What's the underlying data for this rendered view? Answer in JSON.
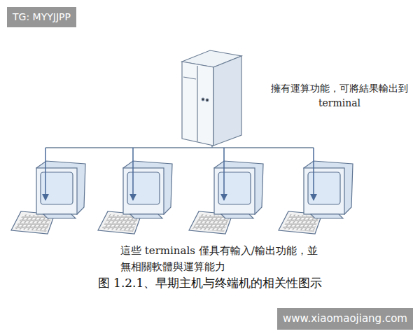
{
  "diagram": {
    "caption": "图 1.2.1、早期主机与终端机的相关性图示",
    "labels": [
      "TG: MYYJJPP",
      "擁有運算功能，可將結果輸出到 terminal",
      "這些 terminals 僅具有輸入/輸出功能，並無相關軟體與運算能力",
      "www.xiaomaojiang.com"
    ]
  }
}
